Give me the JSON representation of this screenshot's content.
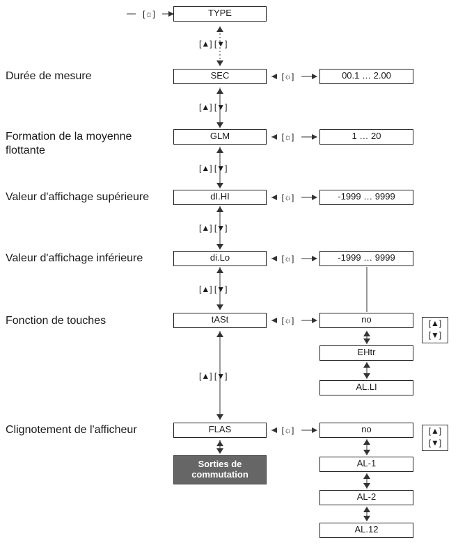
{
  "labels": {
    "sec": "Durée de mesure",
    "glm_1": "Formation de la moyenne",
    "glm_2": "flottante",
    "dihi": "Valeur d'affichage supérieure",
    "dilo": "Valeur d'affichage inférieure",
    "tast": "Fonction de touches",
    "flas": "Clignotement de l'afficheur"
  },
  "params": {
    "type": "TYPE",
    "sec": "SEC",
    "glm": "GLM",
    "dihi": "dI.HI",
    "dilo": "di.Lo",
    "tast": "tASt",
    "flas": "FLAS",
    "outputs_1": "Sorties de",
    "outputs_2": "commutation"
  },
  "ranges": {
    "sec": "00.1 … 2.00",
    "glm": "1 … 20",
    "dihi": "-1999 … 9999",
    "dilo": "-1999 … 9999"
  },
  "nav_arrows": "[▲] [▼]",
  "set_key": "[☼]",
  "tast_options": [
    "no",
    "EHtr",
    "AL.LI"
  ],
  "flas_options": [
    "no",
    "AL-1",
    "AL-2",
    "AL.12"
  ],
  "updown": {
    "up": "[▲]",
    "down": "[▼]"
  }
}
